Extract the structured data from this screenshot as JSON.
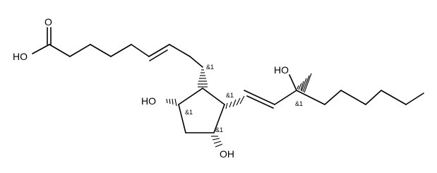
{
  "molecule": {
    "atom_labels": {
      "carbonyl_o": "O",
      "acid_oh": "HO",
      "c9_oh": "HO",
      "c11_oh": "OH",
      "c15_oh": "HO"
    },
    "stereo_labels": {
      "c8": "&1",
      "c9": "&1",
      "c12": "&1",
      "c11": "&1",
      "c15": "&1"
    }
  }
}
